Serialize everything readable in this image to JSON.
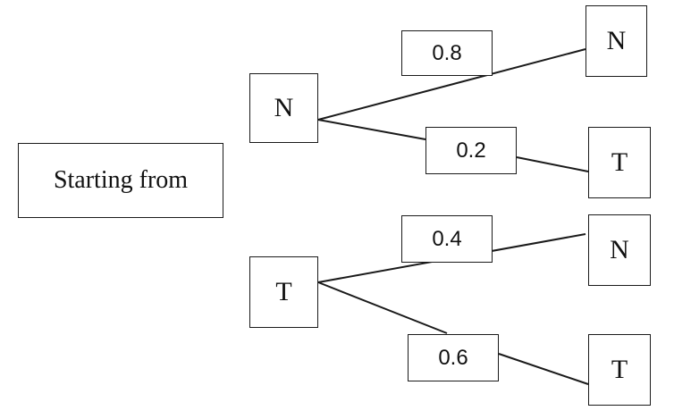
{
  "diagram": {
    "root": {
      "label": "Starting from"
    },
    "from_n": {
      "label": "N",
      "branch_to_n": {
        "probability": "0.8",
        "target": "N"
      },
      "branch_to_t": {
        "probability": "0.2",
        "target": "T"
      }
    },
    "from_t": {
      "label": "T",
      "branch_to_n": {
        "probability": "0.4",
        "target": "N"
      },
      "branch_to_t": {
        "probability": "0.6",
        "target": "T"
      }
    }
  }
}
